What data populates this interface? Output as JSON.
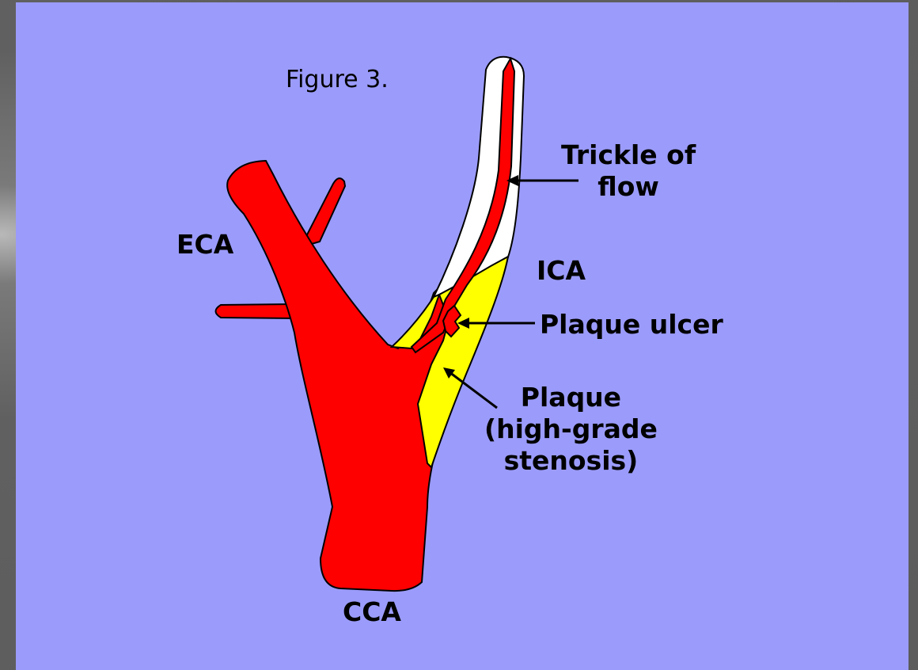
{
  "slide": {
    "background": "#9b9bfb"
  },
  "figure": {
    "title": "Figure 3."
  },
  "labels": {
    "eca": "ECA",
    "ica": "ICA",
    "cca": "CCA",
    "trickle_line1": "Trickle of",
    "trickle_line2": "flow",
    "ulcer": "Plaque ulcer",
    "plaque_line1": "Plaque",
    "plaque_line2": "(high-grade",
    "plaque_line3": "stenosis)"
  },
  "colors": {
    "artery": "#ff0000",
    "plaque": "#ffff00",
    "wall": "#ffffff",
    "outline": "#000000"
  }
}
